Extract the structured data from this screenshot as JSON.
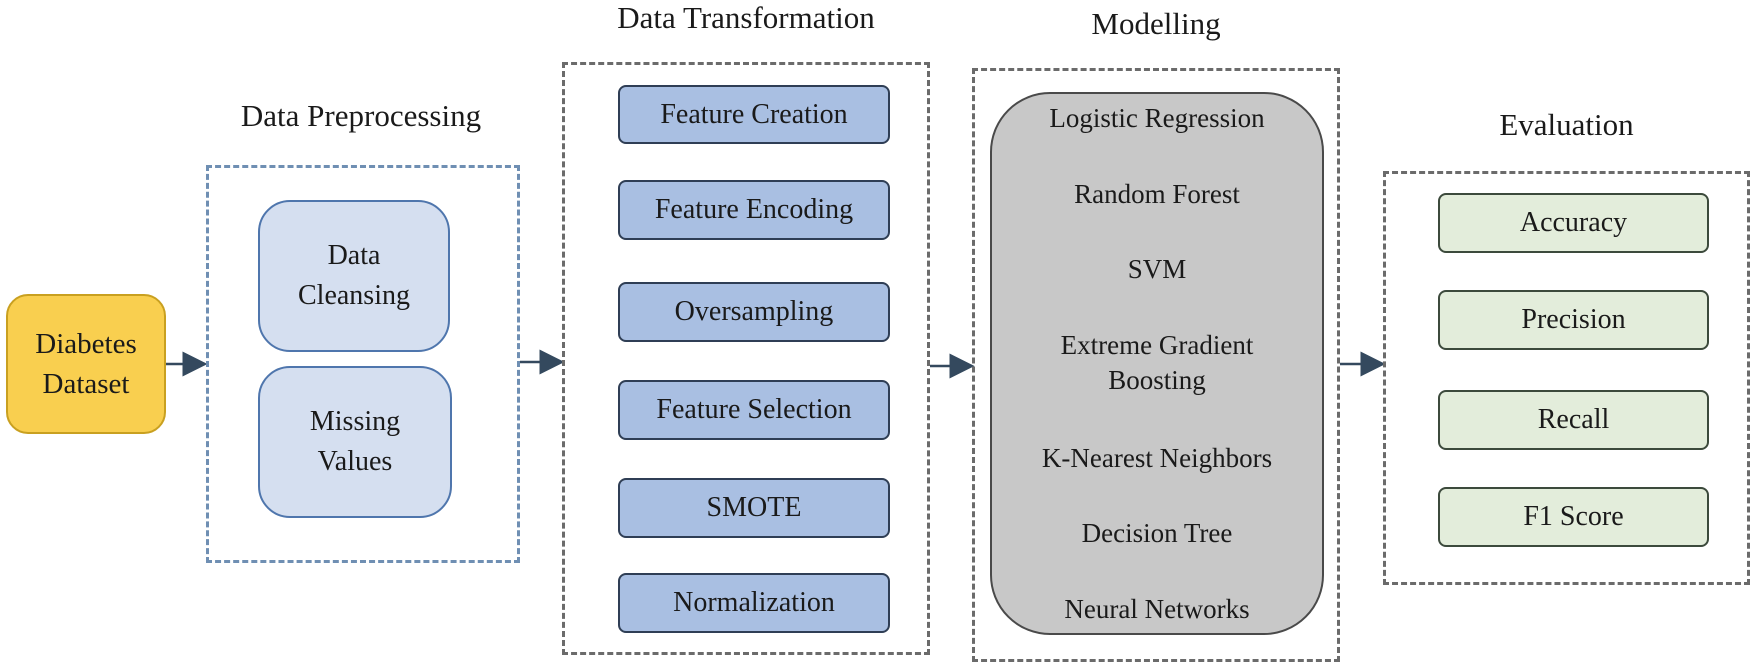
{
  "input": {
    "dataset_label_line1": "Diabetes",
    "dataset_label_line2": "Dataset"
  },
  "preprocessing": {
    "title": "Data Preprocessing",
    "steps": [
      {
        "line1": "Data",
        "line2": "Cleansing"
      },
      {
        "line1": "Missing",
        "line2": "Values"
      }
    ]
  },
  "transformation": {
    "title": "Data Transformation",
    "steps": [
      "Feature Creation",
      "Feature Encoding",
      "Oversampling",
      "Feature Selection",
      "SMOTE",
      "Normalization"
    ]
  },
  "modelling": {
    "title": "Modelling",
    "models": [
      "Logistic Regression",
      "Random Forest",
      "SVM",
      "Extreme Gradient",
      "Boosting",
      "K-Nearest Neighbors",
      "Decision Tree",
      "Neural Networks"
    ]
  },
  "evaluation": {
    "title": "Evaluation",
    "metrics": [
      "Accuracy",
      "Precision",
      "Recall",
      "F1 Score"
    ]
  },
  "colors": {
    "dataset_fill": "#f9cf4f",
    "preprocessing_fill": "#d5dff0",
    "transformation_fill": "#a9bfe2",
    "modelling_fill": "#c8c8c8",
    "evaluation_fill": "#e3eddb",
    "arrow": "#34495e"
  }
}
